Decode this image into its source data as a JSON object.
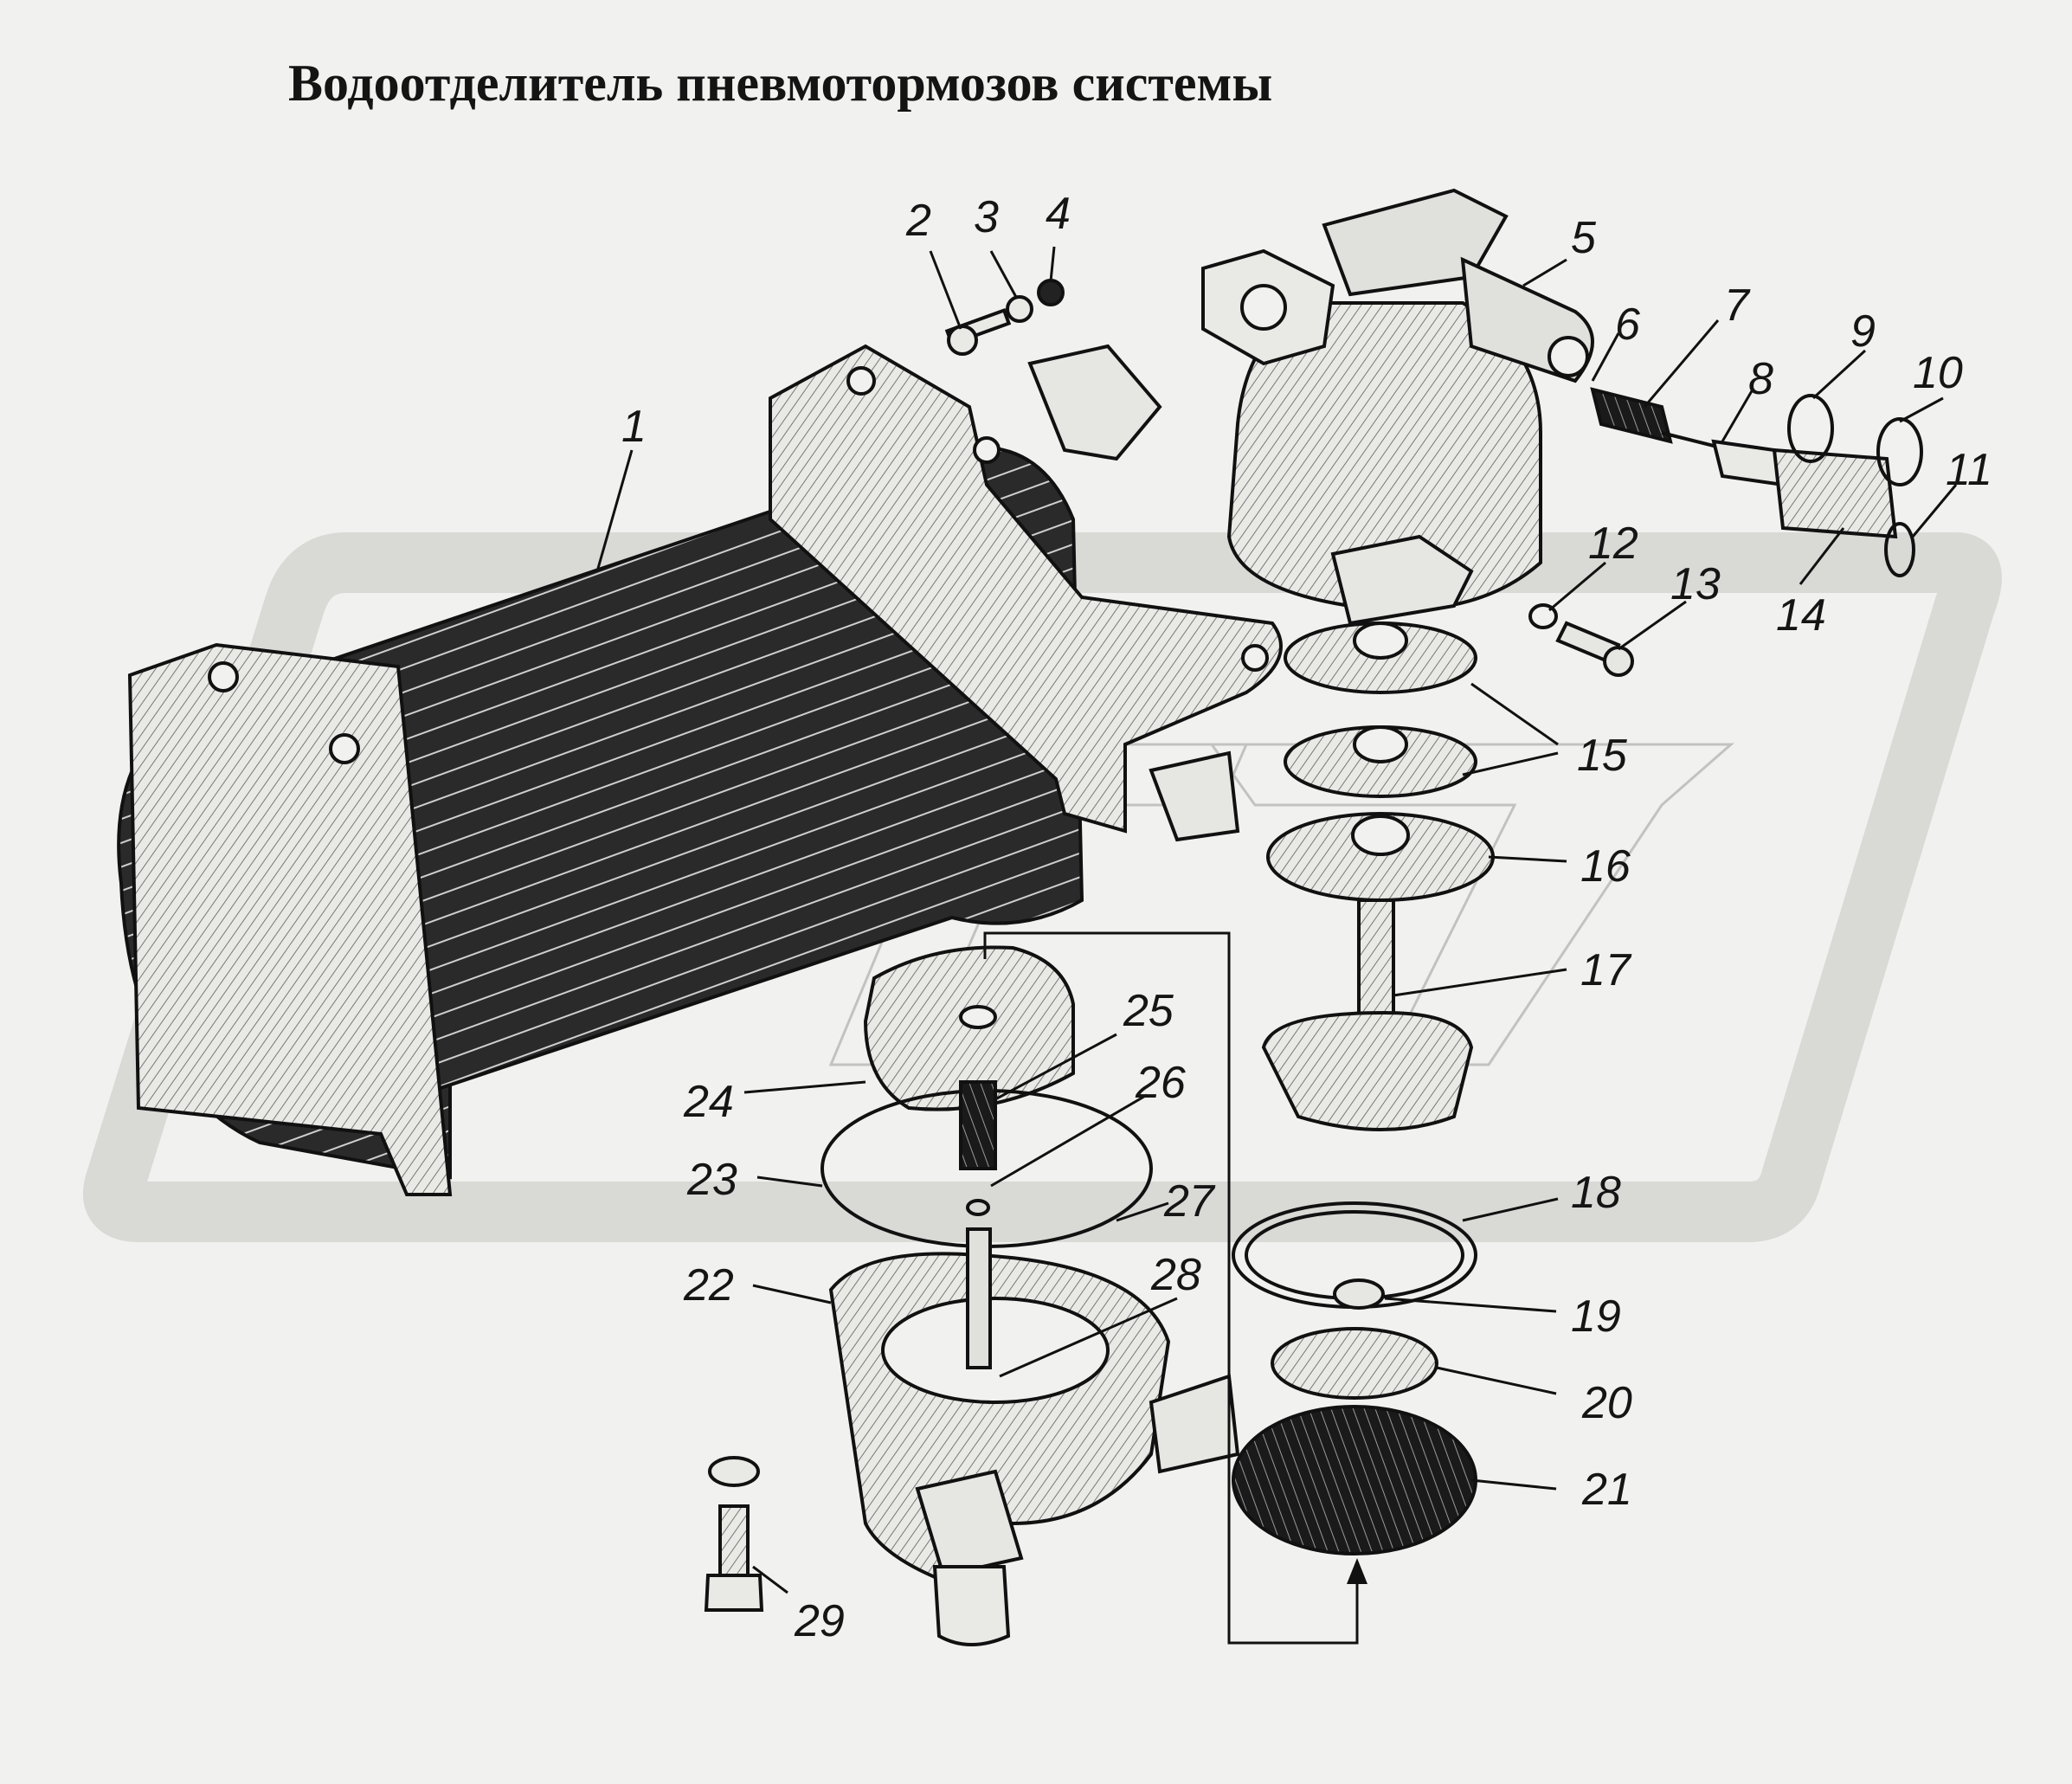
{
  "title": "Водоотделитель пневмотормозов системы",
  "parts": [
    {
      "id": "1"
    },
    {
      "id": "2"
    },
    {
      "id": "3"
    },
    {
      "id": "4"
    },
    {
      "id": "5"
    },
    {
      "id": "6"
    },
    {
      "id": "7"
    },
    {
      "id": "8"
    },
    {
      "id": "9"
    },
    {
      "id": "10"
    },
    {
      "id": "11"
    },
    {
      "id": "12"
    },
    {
      "id": "13"
    },
    {
      "id": "14"
    },
    {
      "id": "15"
    },
    {
      "id": "16"
    },
    {
      "id": "17"
    },
    {
      "id": "18"
    },
    {
      "id": "19"
    },
    {
      "id": "20"
    },
    {
      "id": "21"
    },
    {
      "id": "22"
    },
    {
      "id": "23"
    },
    {
      "id": "24"
    },
    {
      "id": "25"
    },
    {
      "id": "26"
    },
    {
      "id": "27"
    },
    {
      "id": "28"
    },
    {
      "id": "29"
    }
  ],
  "colors": {
    "background": "#f1f1ef",
    "ink": "#111111",
    "watermark": "#d6d6d3"
  }
}
